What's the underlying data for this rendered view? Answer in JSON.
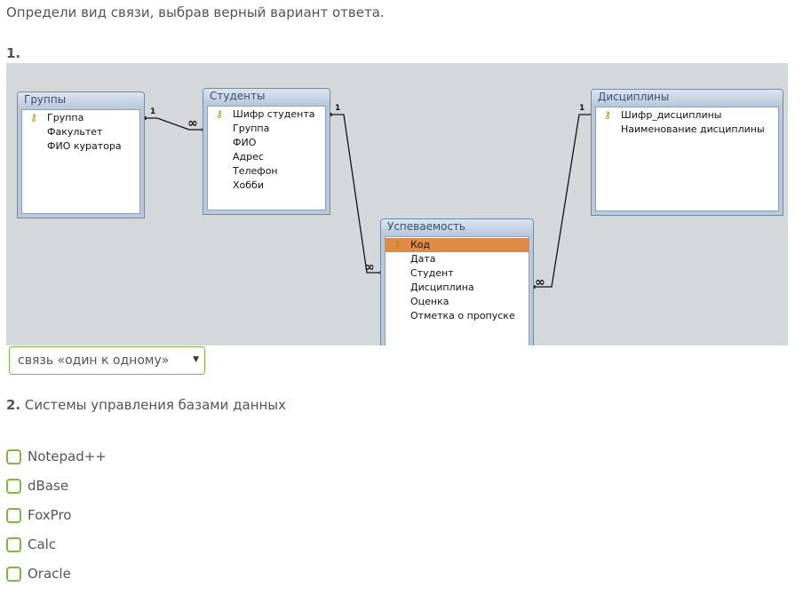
{
  "instruction": "Определи вид связи, выбрав верный вариант ответа.",
  "question1": {
    "number": "1.",
    "diagram": {
      "tables": {
        "groups": {
          "title": "Группы",
          "fields": [
            "Группа",
            "Факультет",
            "ФИО куратора"
          ]
        },
        "students": {
          "title": "Студенты",
          "fields": [
            "Шифр студента",
            "Группа",
            "ФИО",
            "Адрес",
            "Телефон",
            "Хобби"
          ]
        },
        "disciplines": {
          "title": "Дисциплины",
          "fields": [
            "Шифр_дисциплины",
            "Наименование дисциплины"
          ]
        },
        "progress": {
          "title": "Успеваемость",
          "fields": [
            "Код",
            "Дата",
            "Студент",
            "Дисциплина",
            "Оценка",
            "Отметка о пропуске"
          ]
        }
      },
      "relation_one": "1",
      "relation_many": "∞"
    },
    "select": {
      "value": "связь «один к одному»"
    }
  },
  "question2": {
    "number": "2.",
    "text": "Системы управления базами данных",
    "options": [
      "Notepad++",
      "dBase",
      "FoxPro",
      "Calc",
      "Oracle"
    ]
  },
  "colors": {
    "accent_green": "#7fb847",
    "selected_row": "#e08a48",
    "table_border": "#6f89a8"
  },
  "icons": {
    "primary_key": "key-icon",
    "dropdown": "chevron-down-icon"
  }
}
